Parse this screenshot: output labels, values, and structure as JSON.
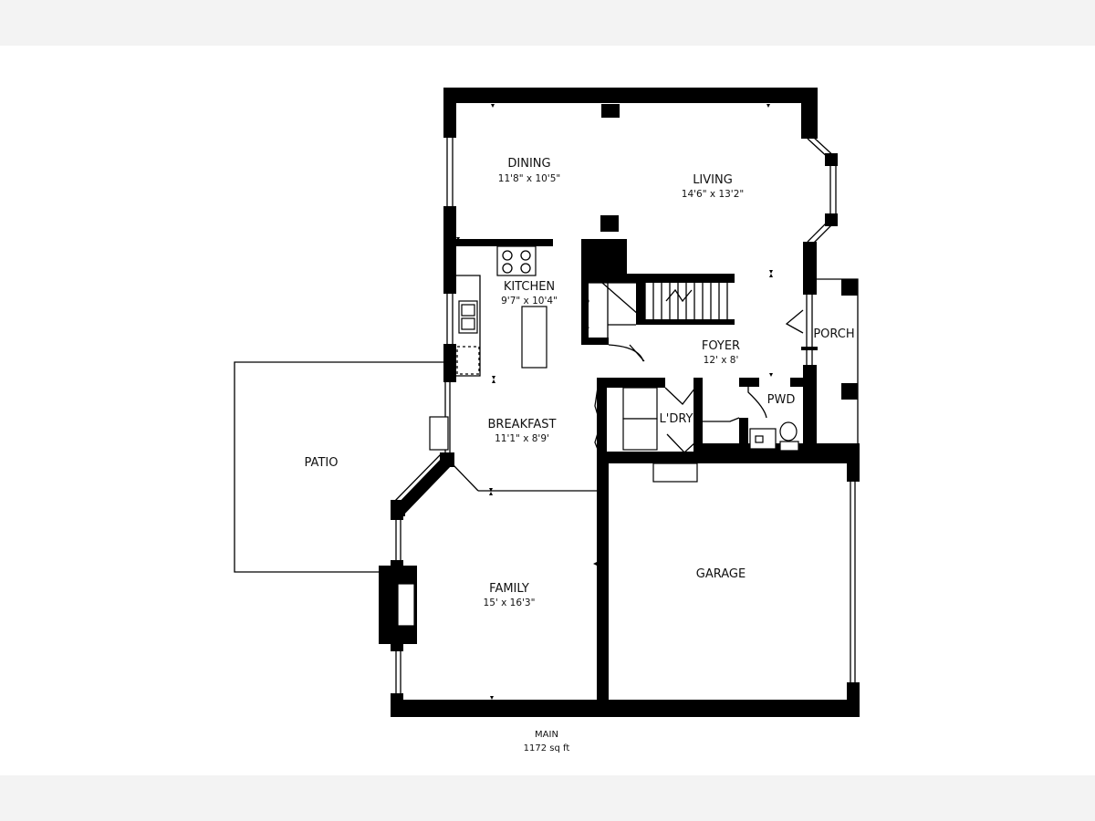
{
  "rooms": {
    "dining": {
      "name": "DINING",
      "size": "11'8\" x 10'5\""
    },
    "living": {
      "name": "LIVING",
      "size": "14'6\" x 13'2\""
    },
    "kitchen": {
      "name": "KITCHEN",
      "size": "9'7\" x 10'4\""
    },
    "foyer": {
      "name": "FOYER",
      "size": "12' x 8'"
    },
    "porch": {
      "name": "PORCH"
    },
    "pwd": {
      "name": "PWD"
    },
    "laundry": {
      "name": "L'DRY"
    },
    "breakfast": {
      "name": "BREAKFAST",
      "size": "11'1\" x 8'9'"
    },
    "patio": {
      "name": "PATIO"
    },
    "family": {
      "name": "FAMILY",
      "size": "15' x 16'3\""
    },
    "garage": {
      "name": "GARAGE"
    }
  },
  "floor": {
    "name": "MAIN",
    "area": "1172 sq ft"
  }
}
